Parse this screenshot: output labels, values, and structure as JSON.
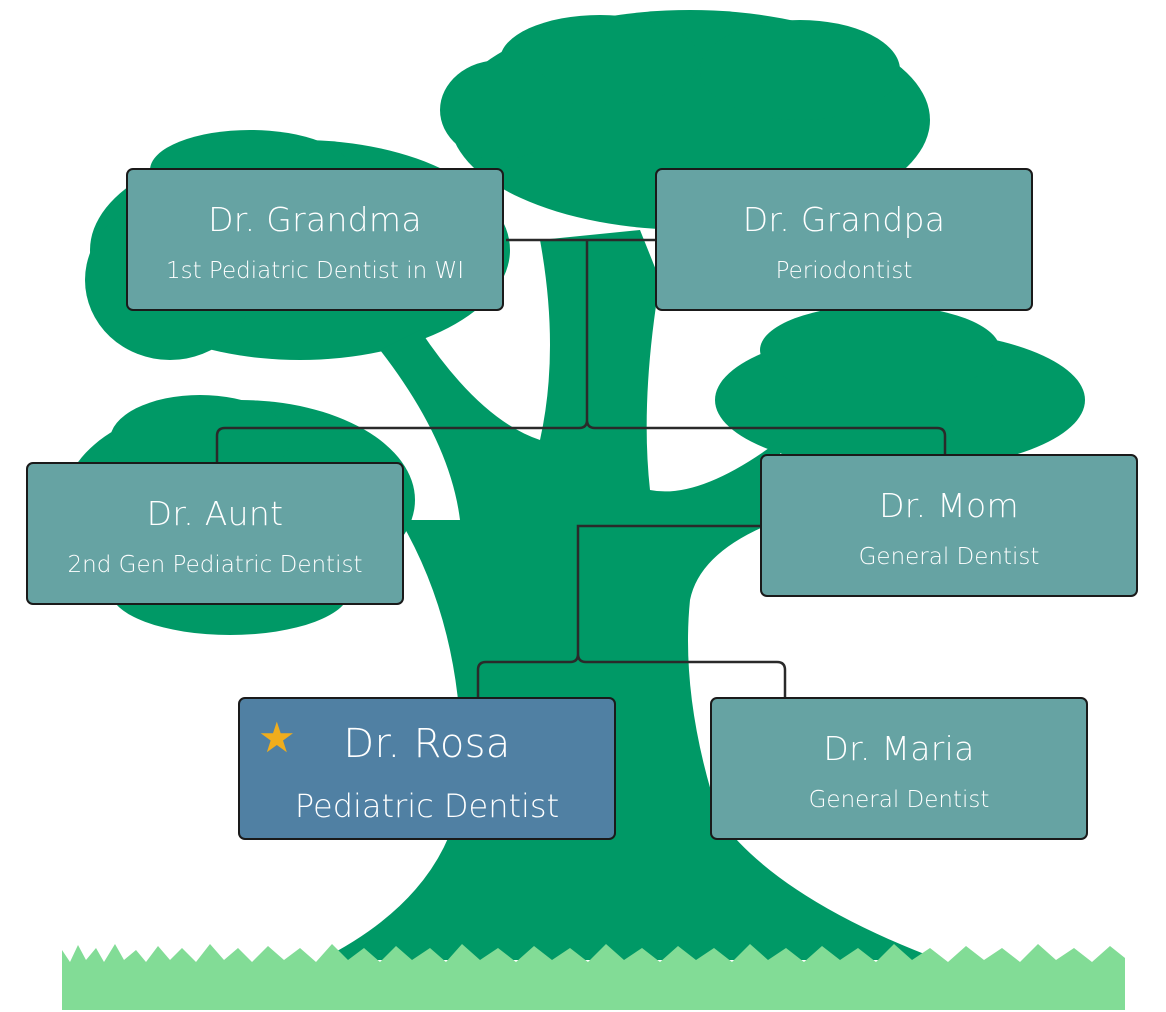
{
  "colors": {
    "tree": "#009966",
    "box": "#66a3a3",
    "highlight": "#5080a3",
    "star": "#f0ad1c",
    "grass": "#82dc96",
    "line": "#2a2a2a"
  },
  "members": {
    "grandma": {
      "name": "Dr. Grandma",
      "role": "1st Pediatric Dentist in WI"
    },
    "grandpa": {
      "name": "Dr. Grandpa",
      "role": "Periodontist"
    },
    "aunt": {
      "name": "Dr. Aunt",
      "role": "2nd Gen Pediatric Dentist"
    },
    "mom": {
      "name": "Dr. Mom",
      "role": "General Dentist"
    },
    "rosa": {
      "name": "Dr. Rosa",
      "role": "Pediatric Dentist",
      "icon": "star-icon"
    },
    "maria": {
      "name": "Dr. Maria",
      "role": "General Dentist"
    }
  }
}
